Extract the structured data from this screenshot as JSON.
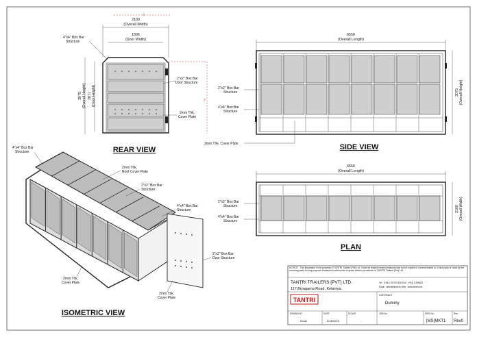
{
  "rear": {
    "title": "REAR VIEW",
    "dim_width": "2100",
    "dim_width_sub": "(Overall Width)",
    "dim_door": "1896",
    "dim_door_sub": "(Door Width)",
    "dim_height": "3075",
    "dim_height_sub": "(Overall Height)",
    "dim_door_h": "2871",
    "dim_door_h_sub": "(Door Height)",
    "lbl_box44": [
      "4\"x4\" Box Bar",
      "Structure"
    ],
    "lbl_box22": [
      "2\"x2\" Box Bar",
      "Door Structure"
    ],
    "lbl_plate": [
      "2mm Thk.",
      "Cover Plate"
    ],
    "red_mark": "?",
    "red_mark2": "?"
  },
  "side": {
    "title": "SIDE VIEW",
    "dim_len": "6550",
    "dim_len_sub": "(Overall Length)",
    "dim_h": "3075",
    "dim_h_sub": "(Overall Height)",
    "lbl_box22": [
      "2\"x2\" Box Bar",
      "Structure"
    ],
    "lbl_box44": [
      "4\"x4\" Box Bar",
      "Structure"
    ],
    "lbl_plate": "2mm Thk. Cover Plate"
  },
  "plan": {
    "title": "PLAN",
    "dim_len": "6550",
    "dim_len_sub": "(Overall Length)",
    "dim_w": "2100",
    "dim_w_sub": "(Overall Width)",
    "lbl_box22": [
      "2\"x2\" Box Bar",
      "Structure"
    ],
    "lbl_box44": [
      "4\"x4\" Box Bar",
      "Structure"
    ]
  },
  "iso": {
    "title": "ISOMETRIC VIEW",
    "lbl_box44_top": [
      "4\"x4\" Box Bar",
      "Structure"
    ],
    "lbl_roof": [
      "2mm Thk.",
      "Roof Cover Plate"
    ],
    "lbl_box22": [
      "2\"x2\" Box Bar",
      "Structure"
    ],
    "lbl_box44_mid": [
      "4\"x4\" Box Bar",
      "Structure"
    ],
    "lbl_door": [
      "2\"x2\" Box Bar",
      "Door Structure"
    ],
    "lbl_plate_l": [
      "2mm Thk.",
      "Cover Plate"
    ],
    "lbl_plate_r": [
      "2mm Thk.",
      "Cover Plate"
    ]
  },
  "titleblock": {
    "notice": "NOTICE : This illustration is the property of TANTRI Trailers (Pvt) Ltd. It and all related communications may not be copied or communicated to a third party or used by the receiving party for any purpose whatsoever without the express written permission of TANTRI Trailers (Pvt) Ltd.",
    "company": "TANTRI TRAILERS [PVT] LTD.",
    "address": "117,Biyagama Road, Kelaniya.",
    "tel": "Tel : (+94) 2 9374/7448     FAX : (+94) 2 296522",
    "email": "Email : tantri@sltnet.lk        Web : www.tantri.com",
    "logo": "TANTRI",
    "contract_label": "CONTRACT",
    "contract_value": "Dummy",
    "drawn_label": "DRAWN BY",
    "drawn_value": "Imran",
    "date_label": "DATE",
    "date_value": "5/18/2023",
    "scale_label": "SCALE",
    "scale_value": "-",
    "job_label": "JOB No.",
    "drg_label": "DRG No.",
    "rev_label": "Rev.",
    "drg_value": "[MS]MKT1",
    "rev_value": "Rev0"
  }
}
